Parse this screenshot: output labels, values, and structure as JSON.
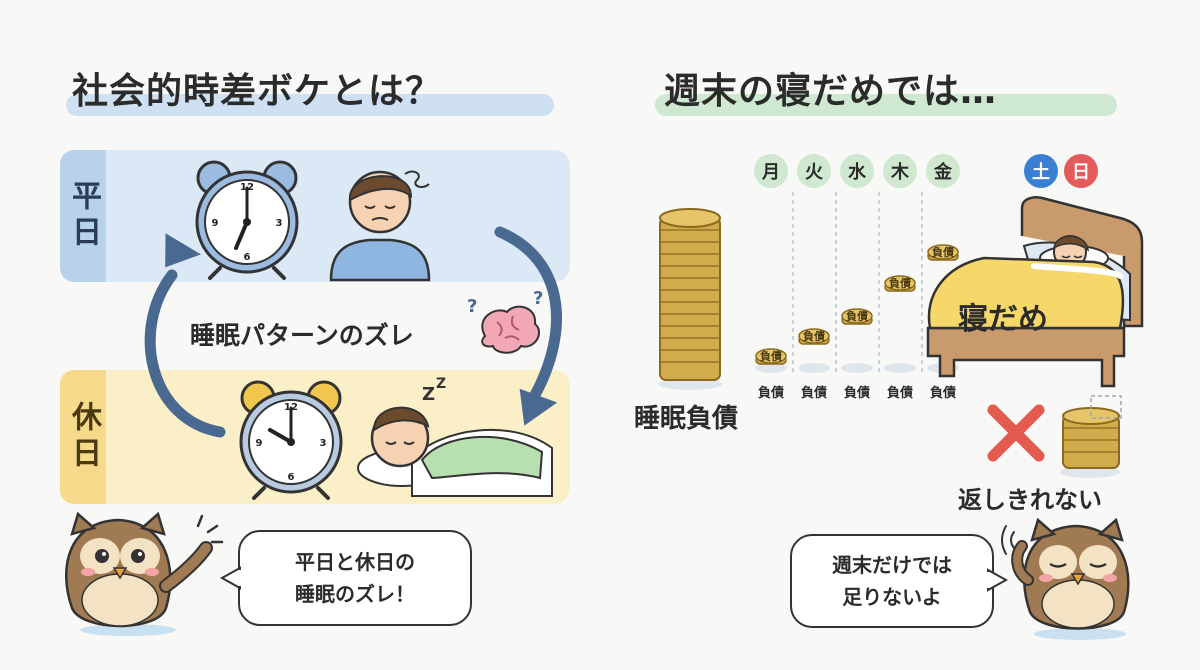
{
  "left": {
    "title": "社会的時差ボケとは？",
    "weekday_label": "平日",
    "holiday_label": "休日",
    "cycle_text": "睡眠パターンのズレ",
    "clock_weekday_time": "7:00",
    "clock_holiday_time": "10:00",
    "owl_speech": [
      "平日と休日の",
      "睡眠のズレ！"
    ]
  },
  "right": {
    "title": "週末の寝だめでは…",
    "weekdays": [
      "月",
      "火",
      "水",
      "木",
      "金"
    ],
    "weekend": [
      "土",
      "日"
    ],
    "debt_label": "負債",
    "coin_label": "負債",
    "sleep_debt_label": "睡眠負債",
    "bed_text": "寝だめ",
    "cannot_repay": "返しきれない",
    "owl_speech": [
      "週末だけでは",
      "足りないよ"
    ]
  },
  "colors": {
    "weekday_panel": "#dbe8f5",
    "holiday_panel": "#fbefc8",
    "arrow": "#4a6990",
    "coin": "#e6c46a",
    "saturday": "#3b7fd4",
    "sunday": "#e35b5b",
    "weekday_chip": "#cfe8cf",
    "cross": "#e25b4e"
  }
}
